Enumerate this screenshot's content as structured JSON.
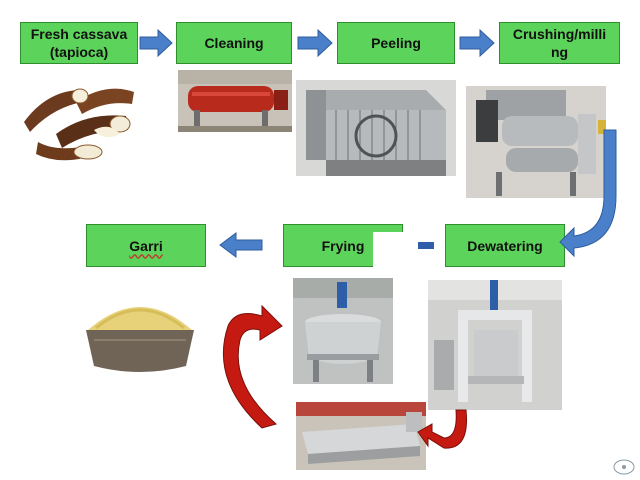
{
  "steps": {
    "fresh": {
      "line1": "Fresh cassava",
      "line2": "(tapioca)"
    },
    "cleaning": "Cleaning",
    "peeling": "Peeling",
    "crushing": {
      "line1": "Crushing/milli",
      "line2": "ng"
    },
    "garri": "Garri",
    "frying": "Frying",
    "dewatering": "Dewatering"
  },
  "colors": {
    "step_fill": "#5cd35a",
    "blue_arrow": "#4a7fc9",
    "red_arrow": "#c41a12"
  }
}
